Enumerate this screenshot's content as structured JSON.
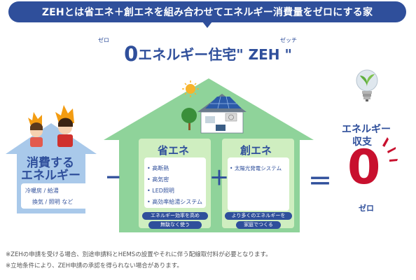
{
  "banner": "ZEHとは省エネ＋創エネを組み合わせてエネルギー消費量をゼロにする家",
  "headline": {
    "zero_ruby": "ゼロ",
    "zero": "0",
    "main": "エネルギー住宅",
    "quote_open": "\"",
    "zeh": "ZEH",
    "quote_close": "\"",
    "zeh_ruby": "ゼッチ"
  },
  "consumption": {
    "title_line1": "消費する",
    "title_line2": "エネルギー",
    "items_line1": "冷暖房 / 給湯",
    "items_line2": "換気 / 照明 など"
  },
  "operators": {
    "minus": "−",
    "plus": "＋",
    "equals": "＝"
  },
  "saving": {
    "title": "省エネ",
    "items": [
      "高断熱",
      "高気密",
      "LED照明",
      "高効率給湯システム"
    ],
    "caption_line1": "エネルギー効率を高め",
    "caption_line2": "無駄なく使う"
  },
  "creation": {
    "title": "創エネ",
    "items": [
      "太陽光発電システム"
    ],
    "caption_line1": "より多くのエネルギーを",
    "caption_line2": "家庭でつくる"
  },
  "result": {
    "label_line1": "エネルギー",
    "label_line2": "収支",
    "value": "0",
    "value_label": "ゼロ"
  },
  "notes": [
    "※ZEHの申請を受ける場合、別途申請料とHEMSの設置やそれに伴う配線取付料が必要となります。",
    "※立地条件により、ZEH申請の承認を得られない場合があります。"
  ],
  "colors": {
    "navy": "#2f4f9b",
    "house_green": "#8fd39a",
    "light_green": "#cfeec0",
    "arrow_blue": "#a9c9ea",
    "zero_red": "#c8102e"
  },
  "icons": [
    "sun-icon",
    "solar-panel-icon",
    "tree-icon",
    "heat-pump-icon",
    "hems-monitor-icon",
    "lightbulb-icon",
    "exclamation-marks-icon",
    "family-icon",
    "solar-house-icon"
  ]
}
